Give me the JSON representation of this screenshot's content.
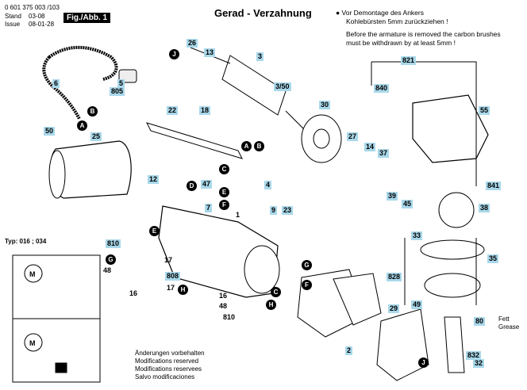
{
  "header": {
    "part_number": "0 601 375 003 /103",
    "stand_label": "Stand",
    "stand_date": "03-08",
    "issue_label": "Issue",
    "issue_date": "08-01-28",
    "fig_label": "Fig./Abb. 1"
  },
  "title": "Gerad - Verzahnung",
  "notes": {
    "de_line1": "Vor Demontage des Ankers",
    "de_line2": "Kohlebürsten 5mm zurückziehen !",
    "en_line1": "Before the armature is removed the carbon brushes",
    "en_line2": "must be withdrawn by at least 5mm !"
  },
  "typ": "Typ: 016 ; 034",
  "grease": {
    "de": "Fett",
    "en": "Grease"
  },
  "footer": [
    "Änderungen vorbehalten",
    "Modifications reserved",
    "Modifications reservees",
    "Salvo modificaciones"
  ],
  "highlighted_parts": [
    "6",
    "5",
    "805",
    "50",
    "25",
    "12",
    "26",
    "13",
    "3",
    "3/50",
    "22",
    "18",
    "47",
    "7",
    "9",
    "23",
    "810",
    "808",
    "30",
    "27",
    "14",
    "37",
    "39",
    "45",
    "821",
    "840",
    "55",
    "841",
    "38",
    "35",
    "828",
    "33",
    "49",
    "80",
    "832",
    "32",
    "2",
    "29",
    "4"
  ],
  "plain_parts": [
    "17",
    "48",
    "16",
    "16",
    "48",
    "810",
    "1",
    "17"
  ],
  "markers": [
    "A",
    "B",
    "C",
    "D",
    "E",
    "F",
    "G",
    "H",
    "J"
  ]
}
